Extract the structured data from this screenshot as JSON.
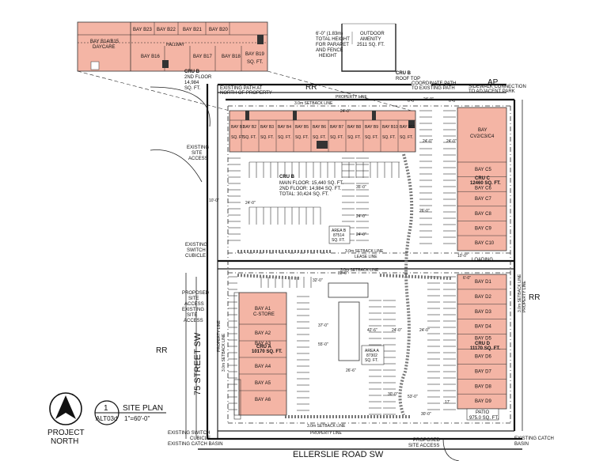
{
  "labels": {
    "cru_b_mez": "CRU B",
    "mez_line1": "2ND FLOOR",
    "mez_line2": "14,984",
    "mez_line3": "SQ. FT.",
    "outdoor_amenity1": "OUTDOOR",
    "outdoor_amenity2": "AMENITY",
    "outdoor_amenity3": "2511 SQ. FT.",
    "parapet1": "6'-0\" (1.83m)",
    "parapet2": "TOTAL HEIGHT",
    "parapet3": "FOR PARAPET",
    "parapet4": "AND FENCE",
    "parapet5": "HEIGHT",
    "roof_top1": "CRU B",
    "roof_top2": "ROOF TOP",
    "existing_path1": "EXISTING PATH AT",
    "existing_path2": "NORTH OF PROPERTY",
    "coord_path1": "COORDINATE PATH",
    "coord_path2": "TO EXISTING PATH",
    "sidewalk1": "SIDEWALK CONNECTION",
    "sidewalk2": "TO ADJACENT PARK",
    "rr_top": "RR",
    "ap": "AP",
    "rr_right": "RR",
    "rr_left": "RR",
    "property_line": "PROPERTY LINE",
    "setback_top": "3.0m SETBACK LINE",
    "lease_line": "LEASE LINE",
    "setback_mid1": "3.0m SETBACK LINE",
    "setback_mid2": "3.0m SETBACK LINE",
    "setback_bottom": "3.0m SETBACK LINE",
    "property_line_bottom": "PROPERTY LINE",
    "ext_site_access1": "EXISTING",
    "ext_site_access2": "SITE",
    "ext_site_access3": "ACCESS",
    "ext_switch1": "EXISTING",
    "ext_switch2": "SWITCH",
    "ext_switch3": "CUBICLE",
    "prop_site_access1": "PROPOSED",
    "prop_site_access2": "SITE",
    "prop_site_access3": "ACCESS",
    "ext_site_access_b1": "EXISTING",
    "ext_site_access_b2": "SITE",
    "ext_site_access_b3": "ACCESS",
    "street": "75 STREET SW",
    "road": "ELLERSLIE ROAD SW",
    "ext_switch_bottom1": "EXISTING SWITCH",
    "ext_switch_bottom2": "CUBICLE",
    "ext_catch_basin": "EXISTING CATCH BASIN",
    "prop_access_bottom1": "PROPOSED",
    "prop_access_bottom2": "SITE ACCESS",
    "ext_catch_basin_r1": "EXISTING CATCH",
    "ext_catch_basin_r2": "BASIN",
    "cru_b_main1": "CRU B",
    "cru_b_main2": "MAIN FLOOR: 15,440 SQ. FT.",
    "cru_b_main3": "2ND FLOOR: 14,984 SQ. FT.",
    "cru_b_main4": "TOTAL: 30,424 SQ. FT.",
    "area_b1": "AREA B",
    "area_b2": "87514",
    "area_b3": "SQ. FT.",
    "area_a1": "AREA A",
    "area_a2": "87302",
    "area_a3": "SQ. FT.",
    "bay_a1": "BAY A1",
    "cstore": "C-STORE",
    "cru_a1": "CRU A",
    "cru_a2": "10170 SQ. FT.",
    "bay_cap": "BAY",
    "cru_c_top": "CV2/C3/C4",
    "cru_c1": "CRU C",
    "cru_c2": "12460 SQ. FT.",
    "cru_d1": "CRU D",
    "cru_d2": "11170 SQ. FT.",
    "loading": "LOADING",
    "patio1": "PATIO",
    "patio2": "975.0 SQ. FT.",
    "setback_right1": "3.0m SETBACK LINE",
    "setback_right2": "PROPERTY LINE",
    "setback_left": "3.0m SETBACK LINE",
    "property_left": "PROPERTY LINE",
    "project_north1": "PROJECT",
    "project_north2": "NORTH",
    "site_plan_num": "1",
    "site_plan_sheet": "ALT03d",
    "site_plan_title": "SITE PLAN",
    "site_plan_scale": "1\"=60'-0\""
  },
  "mezz_bays_top": [
    "BAY B23",
    "BAY B22",
    "BAY B21",
    "BAY B20"
  ],
  "mezz_bays_bottom": [
    "BAY B16",
    "BAY B17",
    "BAY B18",
    "BAY B19"
  ],
  "mezz_daycare": [
    "BAY B14/B15",
    "DAYCARE"
  ],
  "mezz_hallway": "HALLWAY",
  "mezz_sqft": "SQ. FT.",
  "cru_b_bays": [
    "BAY B2",
    "BAY B3",
    "BAY B4",
    "BAY B5",
    "BAY B6",
    "BAY B7",
    "BAY B8",
    "BAY B9",
    "BAY B10",
    "BAY B11"
  ],
  "cru_b_bays_first": "BAY B1",
  "sqft_short": "SQ. FT.",
  "cru_c_bays": [
    "BAY C5",
    "BAY C6",
    "BAY C7",
    "BAY C8",
    "BAY C9",
    "BAY C10"
  ],
  "cru_d_bays": [
    "BAY D1",
    "BAY D2",
    "BAY D3",
    "BAY D4",
    "BAY D5",
    "BAY D6",
    "BAY D7",
    "BAY D8",
    "BAY D9"
  ],
  "cru_a_bays": [
    "BAY A2",
    "BAY A3",
    "BAY A4",
    "BAY A5",
    "BAY A6"
  ],
  "dims": [
    "24'-0\"",
    "24'-0\"",
    "6'-0\"",
    "6'-0\"",
    "24'-0\"",
    "24'-0\"",
    "10'-0\"",
    "24'-0\"",
    "26'-0\"",
    "35'-0\"",
    "24'-0\"",
    "24'-0\"",
    "32'-0\"",
    "37'-0\"",
    "55'-0\"",
    "42'-6\"",
    "24'-0\"",
    "24'-0\"",
    "38'-0\"",
    "26'-6\"",
    "30'-0\"",
    "30'-0\"",
    "53'-0\"",
    "6'-0\"",
    "10'-0\"",
    "17'"
  ],
  "colors": {
    "bay_fill": "#f4b5a5",
    "line": "#222222"
  }
}
